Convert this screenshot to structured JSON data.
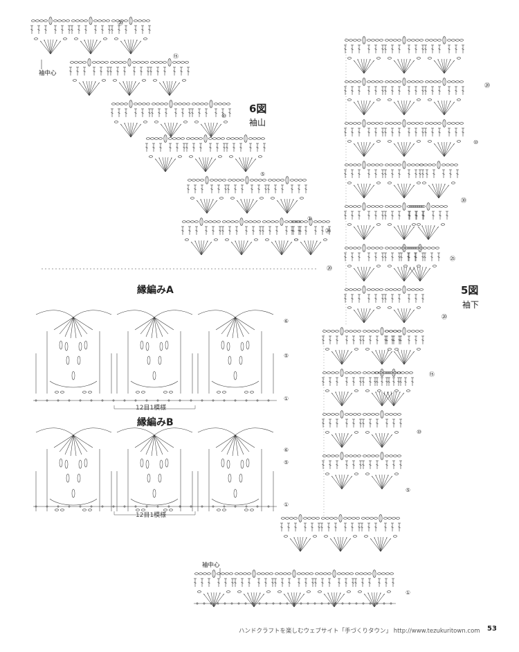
{
  "fig6": {
    "title": "6図",
    "subtitle": "袖山",
    "center_label": "袖中心",
    "row_labels": [
      "⑳",
      "⑮",
      "⑩",
      "⑤",
      "①",
      "⑳",
      "⑳"
    ]
  },
  "fig5": {
    "title": "5図",
    "subtitle": "袖下",
    "center_label": "袖中心",
    "row_labels": [
      "⑳",
      "⑩",
      "㉚",
      "㉕",
      "⑳",
      "⑮",
      "⑩",
      "⑤",
      "①"
    ]
  },
  "edgeA": {
    "title": "縁編みA",
    "repeat": "12目1模様",
    "row_labels": [
      "⑥",
      "⑤",
      "①"
    ]
  },
  "edgeB": {
    "title": "縁編みB",
    "repeat": "12目1模様",
    "row_labels": [
      "⑥",
      "⑤",
      "①"
    ]
  },
  "footer": {
    "text": "ハンドクラフトを楽しむウェブサイト「手づくりタウン」 http://www.tezukuritown.com",
    "page": "53"
  }
}
